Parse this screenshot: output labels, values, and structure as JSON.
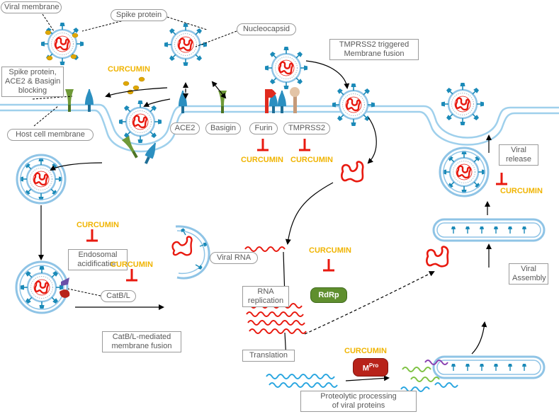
{
  "labels": {
    "viral_membrane": "Viral membrane",
    "spike_protein": "Spike protein",
    "nucleocapsid": "Nucleocapsid",
    "tmprss2_fusion_1": "TMPRSS2 triggered",
    "tmprss2_fusion_2": "Membrane fusion",
    "blocking_1": "Spike protein,",
    "blocking_2": "ACE2 & Basigin",
    "blocking_3": "blocking",
    "host_membrane": "Host cell membrane",
    "ace2": "ACE2",
    "basigin": "Basigin",
    "furin": "Furin",
    "tmprss2": "TMPRSS2",
    "endosomal_1": "Endosomal",
    "endosomal_2": "acidification",
    "catbl": "CatB/L",
    "catbl_fusion_1": "CatB/L-mediated",
    "catbl_fusion_2": "membrane fusion",
    "viral_rna": "Viral RNA",
    "rna_replication_1": "RNA",
    "rna_replication_2": "replication",
    "translation": "Translation",
    "proteolytic_1": "Proteolytic processing",
    "proteolytic_2": "of viral proteins",
    "viral_assembly_1": "Viral",
    "viral_assembly_2": "Assembly",
    "viral_release_1": "Viral",
    "viral_release_2": "release",
    "rdrp": "RdRp",
    "mpro_base": "M",
    "mpro_sup": "Pro"
  },
  "inhibitor": "CURCUMIN",
  "colors": {
    "curcumin": "#f0b400",
    "inhibit_bar": "#e8190f",
    "rna": "#e8190f",
    "membrane": "#8fc4e6",
    "spike": "#1b8ab8",
    "rdrp_pill": "#5f8f2e",
    "mpro_pill": "#b8231a",
    "peptide_blue": "#2aa6e0",
    "peptide_green": "#7ec242",
    "peptide_purple": "#8a3fb0",
    "ace2": "#2b8fc0",
    "basigin": "#6f9a38",
    "furin": "#e02a1e",
    "tmprss2": "#d8b89a"
  },
  "icons": [
    "virion-icon",
    "receptor-icon",
    "rna-icon",
    "endosome-icon",
    "vesicle-icon",
    "inhibition-icon"
  ]
}
